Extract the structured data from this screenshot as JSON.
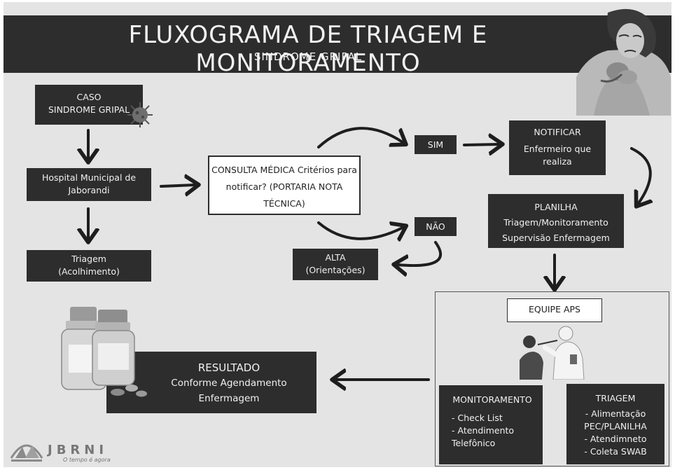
{
  "header": {
    "title": "FLUXOGRAMA DE TRIAGEM E MONITORAMENTO",
    "subtitle": "SINDROME GRIPAL"
  },
  "nodes": {
    "caso": {
      "lines": [
        "CASO",
        "SINDROME GRIPAL"
      ]
    },
    "hospital": {
      "lines": [
        "Hospital Municipal de",
        "Jaborandi"
      ]
    },
    "triagem_acolhimento": {
      "lines": [
        "Triagem",
        "(Acolhimento)"
      ]
    },
    "consulta": {
      "title": "CONSULTA MÉDICA",
      "question": "Critérios para notificar?",
      "ref": "(PORTARIA NOTA TÉCNICA)"
    },
    "sim": "SIM",
    "nao": "NÃO",
    "alta": {
      "lines": [
        "ALTA",
        "(Orientações)"
      ]
    },
    "notificar": {
      "title": "NOTIFICAR",
      "lines": [
        "Enfermeiro que",
        "realiza"
      ]
    },
    "planilha": {
      "title": "PLANILHA",
      "lines": [
        "Triagem/Monitoramento",
        "Supervisão Enfermagem"
      ]
    },
    "equipe": "EQUIPE APS",
    "monitoramento": {
      "title": "MONITORAMENTO",
      "lines": [
        "- Check List",
        "- Atendimento",
        "Telefônico"
      ]
    },
    "triagem_aps": {
      "title": "TRIAGEM",
      "lines": [
        "- Alimentação",
        "PEC/PLANILHA",
        "- Atendimneto",
        "- Coleta SWAB"
      ]
    },
    "resultado": {
      "title": "RESULTADO",
      "lines": [
        "Conforme Agendamento",
        "Enfermagem"
      ]
    }
  },
  "logo": {
    "name": "JBRNI",
    "tagline": "O tempo é agora"
  },
  "colors": {
    "background": "#e4e4e4",
    "box": "#2d2d2d",
    "box_text": "#f0f0f0",
    "arrow": "#1e1e1e"
  }
}
